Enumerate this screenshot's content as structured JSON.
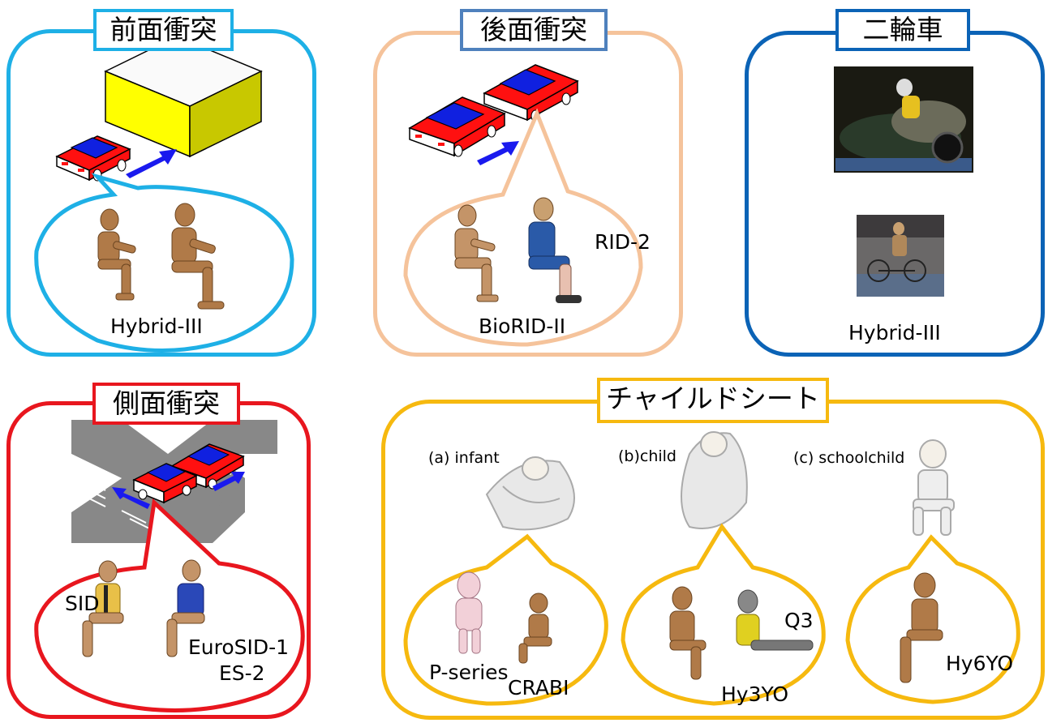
{
  "panels": {
    "frontal": {
      "title": "前面衝突",
      "dummy_label": "Hybrid-III",
      "color": "#1eb0e6"
    },
    "rear": {
      "title": "後面衝突",
      "dummy_labels": [
        "RID-2",
        "BioRID-II"
      ],
      "color": "#f5c39b",
      "title_border_color": "#4f81bd"
    },
    "two_wheeler": {
      "title": "二輪車",
      "dummy_label": "Hybrid-III",
      "color": "#0b63b6"
    },
    "side": {
      "title": "側面衝突",
      "dummy_labels": [
        "SID",
        "EuroSID-1",
        "ES-2"
      ],
      "color": "#e8161e"
    },
    "child_seat": {
      "title": "チャイルドシート",
      "color": "#f6b90f",
      "categories": [
        "(a) infant",
        "(b)child",
        "(c) schoolchild"
      ],
      "dummy_labels": [
        "P-series",
        "CRABI",
        "Q3",
        "Hy3YO",
        "Hy6YO"
      ]
    }
  }
}
